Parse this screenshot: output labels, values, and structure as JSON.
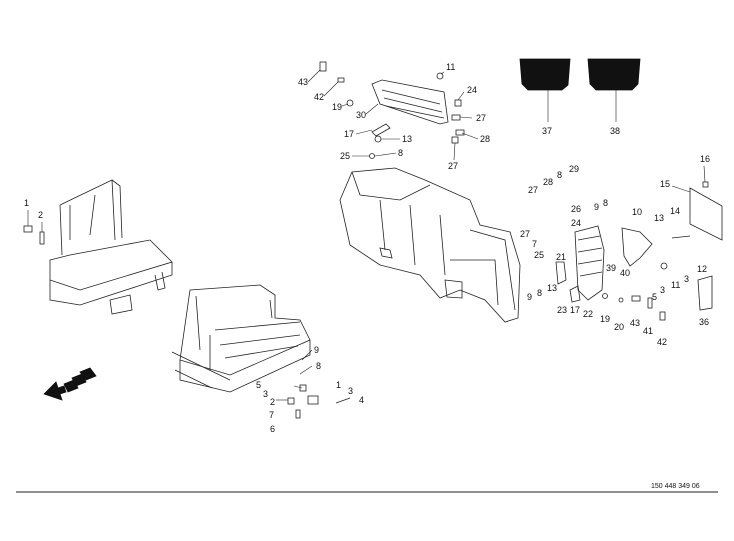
{
  "diagram": {
    "drawing_number": "150 448 349 06",
    "callouts": {
      "c43a": "43",
      "c42a": "42",
      "c19a": "19",
      "c30": "30",
      "c11a": "11",
      "c24a": "24",
      "c27a": "27",
      "c17a": "17",
      "c13a": "13",
      "c28a": "28",
      "c25a": "25",
      "c8a": "8",
      "c27b": "27",
      "c37": "37",
      "c38": "38",
      "c1a": "1",
      "c2a": "2",
      "c16": "16",
      "c15": "15",
      "c27c": "27",
      "c28b": "28",
      "c8b": "8",
      "c29": "29",
      "c9a": "9",
      "c8c": "8",
      "c10": "10",
      "c26": "26",
      "c13b": "13",
      "c14": "14",
      "c27d": "27",
      "c24b": "24",
      "c7a": "7",
      "c25b": "25",
      "c21": "21",
      "c9b": "9",
      "c8d": "8",
      "c13c": "13",
      "c39": "39",
      "c40": "40",
      "c3a": "3",
      "c11b": "11",
      "c3b": "3",
      "c12": "12",
      "c5a": "5",
      "c23": "23",
      "c17b": "17",
      "c22": "22",
      "c19b": "19",
      "c20": "20",
      "c43b": "43",
      "c41": "41",
      "c42b": "42",
      "c36": "36",
      "c9c": "9",
      "c8e": "8",
      "c5b": "5",
      "c3c": "3",
      "c2b": "2",
      "c1b": "1",
      "c3d": "3",
      "c4": "4",
      "c7b": "7",
      "c6": "6"
    }
  }
}
